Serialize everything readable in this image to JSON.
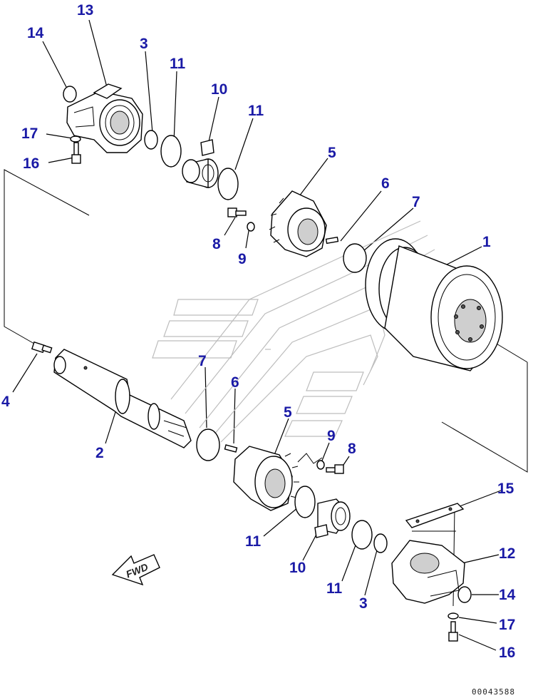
{
  "drawing": {
    "document_number": "00043588",
    "fwd_label": "FWD"
  },
  "callouts": [
    {
      "id": "c13a",
      "label": "13"
    },
    {
      "id": "c14a",
      "label": "14"
    },
    {
      "id": "c3a",
      "label": "3"
    },
    {
      "id": "c11a",
      "label": "11"
    },
    {
      "id": "c10a",
      "label": "10"
    },
    {
      "id": "c11b",
      "label": "11"
    },
    {
      "id": "c17a",
      "label": "17"
    },
    {
      "id": "c16a",
      "label": "16"
    },
    {
      "id": "c5a",
      "label": "5"
    },
    {
      "id": "c6a",
      "label": "6"
    },
    {
      "id": "c7a",
      "label": "7"
    },
    {
      "id": "c8a",
      "label": "8"
    },
    {
      "id": "c9a",
      "label": "9"
    },
    {
      "id": "c1",
      "label": "1"
    },
    {
      "id": "c4",
      "label": "4"
    },
    {
      "id": "c7b",
      "label": "7"
    },
    {
      "id": "c6b",
      "label": "6"
    },
    {
      "id": "c5b",
      "label": "5"
    },
    {
      "id": "c2",
      "label": "2"
    },
    {
      "id": "c9b",
      "label": "9"
    },
    {
      "id": "c8b",
      "label": "8"
    },
    {
      "id": "c15",
      "label": "15"
    },
    {
      "id": "c12",
      "label": "12"
    },
    {
      "id": "c11c",
      "label": "11"
    },
    {
      "id": "c10b",
      "label": "10"
    },
    {
      "id": "c11d",
      "label": "11"
    },
    {
      "id": "c3b",
      "label": "3"
    },
    {
      "id": "c14b",
      "label": "14"
    },
    {
      "id": "c17b",
      "label": "17"
    },
    {
      "id": "c16b",
      "label": "16"
    }
  ]
}
